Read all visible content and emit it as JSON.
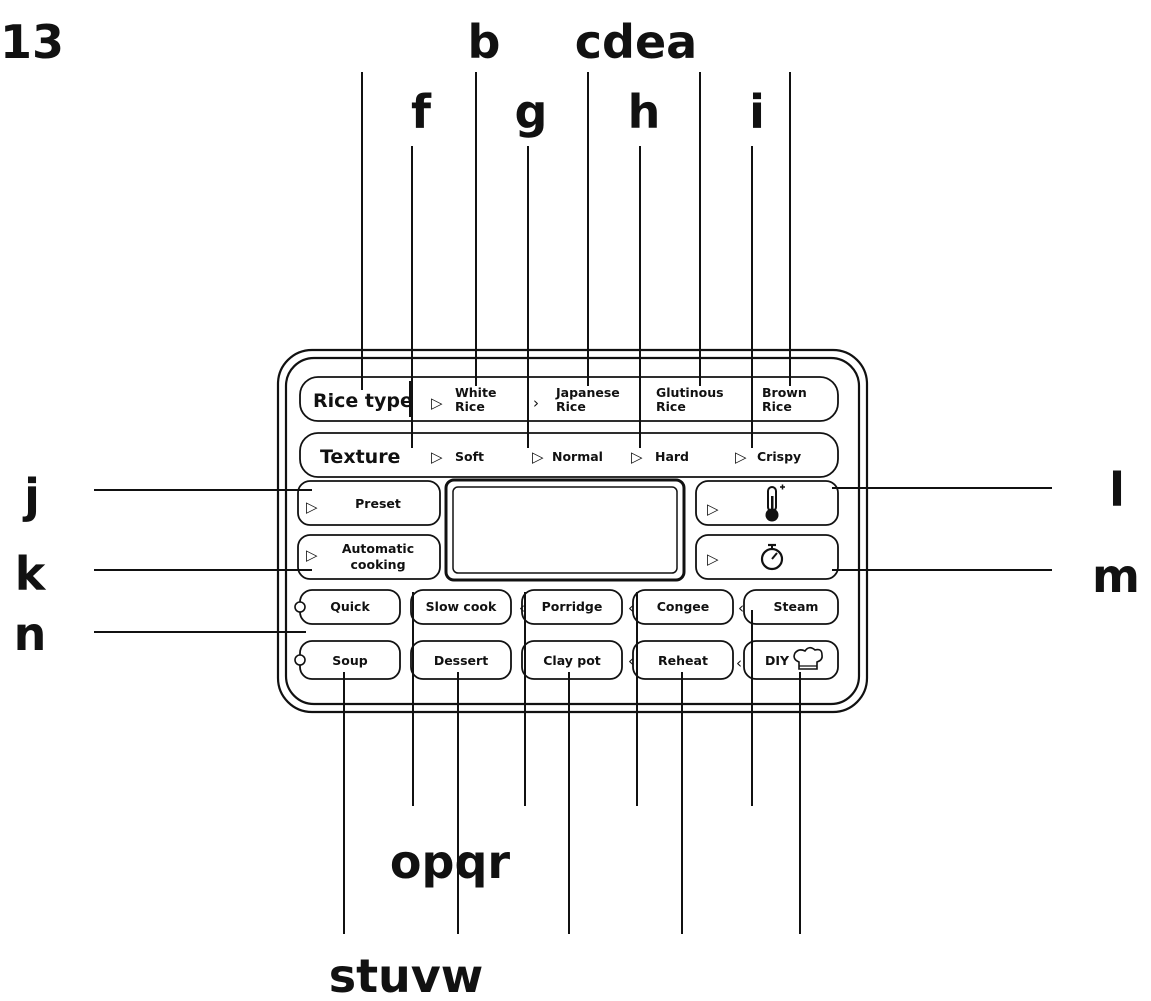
{
  "figure_number": "13",
  "callouts": {
    "b": "b",
    "cdea": "cdea",
    "f": "f",
    "g": "g",
    "h": "h",
    "i": "i",
    "j": "j",
    "k": "k",
    "n": "n",
    "l": "l",
    "m": "m",
    "opqr": "opqr",
    "stuvw": "stuvw"
  },
  "panel": {
    "rice_type": {
      "label": "Rice type",
      "options": [
        {
          "line1": "White",
          "line2": "Rice"
        },
        {
          "line1": "Japanese",
          "line2": "Rice"
        },
        {
          "line1": "Glutinous",
          "line2": "Rice"
        },
        {
          "line1": "Brown",
          "line2": "Rice"
        }
      ]
    },
    "texture": {
      "label": "Texture",
      "options": [
        "Soft",
        "Normal",
        "Hard",
        "Crispy"
      ]
    },
    "preset_label": "Preset",
    "automatic_cooking": {
      "line1": "Automatic",
      "line2": "cooking"
    },
    "temperature_icon": "thermometer-icon",
    "timer_icon": "stopwatch-icon",
    "programs_row1": [
      "Quick",
      "Slow cook",
      "Porridge",
      "Congee",
      "Steam"
    ],
    "programs_row2": [
      "Soup",
      "Dessert",
      "Clay pot",
      "Reheat",
      "DIY"
    ],
    "diy_icon": "chef-hat-icon"
  }
}
